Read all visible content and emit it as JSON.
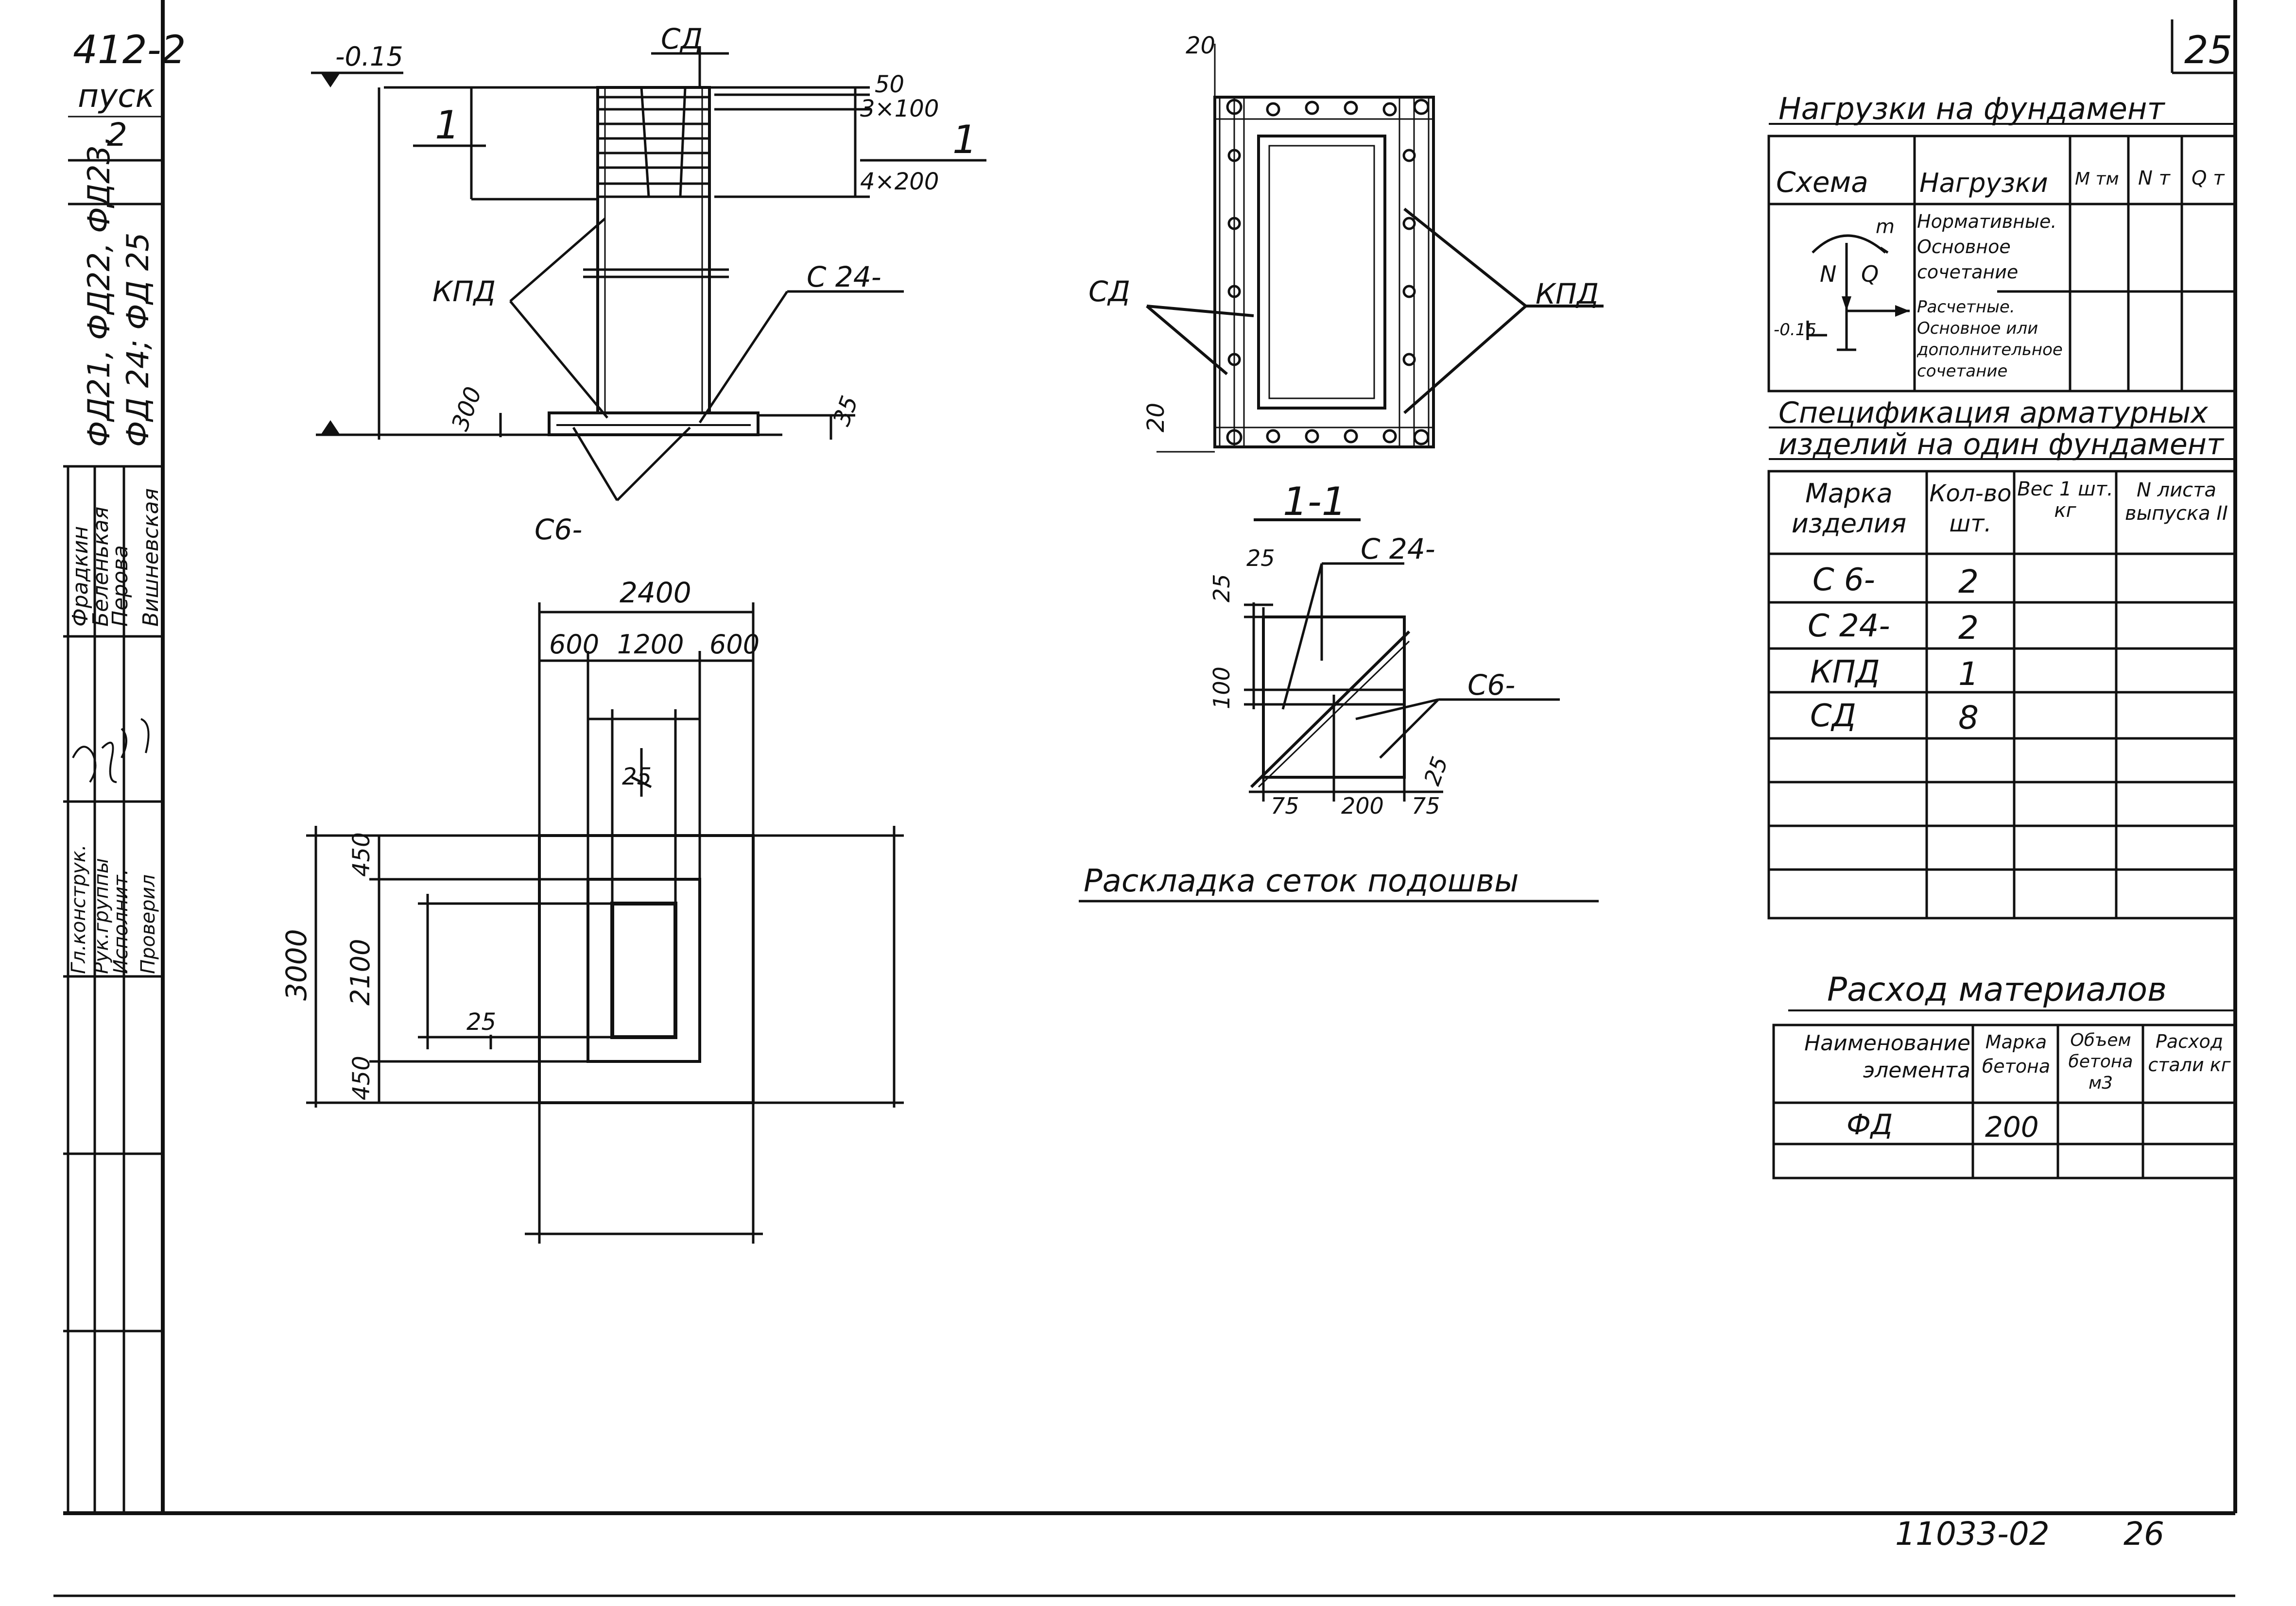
{
  "sheet": {
    "page_number": "25",
    "doc_number": "11033-02",
    "doc_sheet": "26",
    "series_code": "412-2",
    "issue_label": "пуск",
    "issue_number": "2",
    "marks_line1": "ФД21, ФД22, ФД23,",
    "marks_line2": "ФД 24; ФД 25"
  },
  "title_block": {
    "roles": [
      "Гл.конструк.",
      "Рук.группы",
      "Исполнит.",
      "Проверил"
    ],
    "names": [
      "Фрадкин",
      "Беленькая",
      "Перова",
      "Вишневская"
    ]
  },
  "elevation_view": {
    "level_top": "-0.15",
    "section_mark": "1",
    "label_sd": "СД",
    "label_kpd": "КПД",
    "label_s24": "С 24-",
    "label_s6": "С6-",
    "dim_50": "50",
    "dim_3x100": "3×100",
    "dim_4x200": "4×200",
    "dim_300": "300",
    "dim_35": "35"
  },
  "top_view": {
    "dim_20_top": "20",
    "dim_20_bottom": "20",
    "label_sd": "СД",
    "label_kpd": "КПД"
  },
  "plan_view": {
    "dim_2400": "2400",
    "dim_600_left": "600",
    "dim_1200": "1200",
    "dim_600_right": "600",
    "dim_25_top": "25",
    "dim_25_side": "25",
    "dim_3000": "3000",
    "dim_450_top": "450",
    "dim_2100": "2100",
    "dim_450_bottom": "450"
  },
  "section_view": {
    "title": "1-1",
    "dim_25_top": "25",
    "dim_25_left": "25",
    "dim_100": "100",
    "dim_25_right": "25",
    "dim_75_left": "75",
    "dim_200": "200",
    "dim_75_right": "75",
    "label_s24": "С 24-",
    "label_s6": "С6-",
    "caption": "Раскладка сеток подошвы"
  },
  "loads_table": {
    "title": "Нагрузки на фундамент",
    "headers": [
      "Схема",
      "Нагрузки",
      "M тм",
      "N т",
      "Q т"
    ],
    "row1": "Нормативные. Основное сочетание",
    "row2": "Расчетные. Основное или дополнительное сочетание",
    "scheme_labels": {
      "m": "m",
      "n": "N",
      "q": "Q",
      "level": "-0.15"
    }
  },
  "spec_table": {
    "title_line1": "Спецификация арматурных",
    "title_line2": "изделий на один фундамент",
    "headers": [
      "Марка изделия",
      "Кол-во шт.",
      "Вес 1 шт. кг",
      "N листа выпуска II"
    ],
    "rows": [
      {
        "mark": "С 6-",
        "qty": "2"
      },
      {
        "mark": "С 24-",
        "qty": "2"
      },
      {
        "mark": "КПД",
        "qty": "1"
      },
      {
        "mark": "СД",
        "qty": "8"
      }
    ]
  },
  "materials_table": {
    "title": "Расход материалов",
    "headers": [
      "Наименование элемента",
      "Марка бетона",
      "Объем бетона м3",
      "Расход стали кг"
    ],
    "rows": [
      {
        "name": "ФД",
        "grade": "200",
        "volume": "",
        "steel": ""
      }
    ]
  }
}
